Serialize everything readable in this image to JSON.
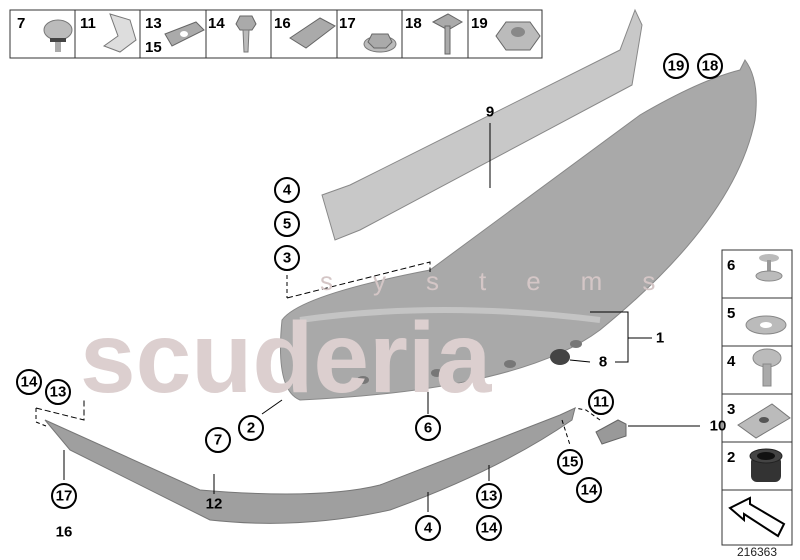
{
  "diagram_id": "216363",
  "watermark": {
    "main": "scuderia",
    "sub": "systems"
  },
  "top_strip": [
    {
      "label": "7",
      "icon": "push-rivet-icon"
    },
    {
      "label": "11",
      "icon": "clip-bracket-icon"
    },
    {
      "label": "13",
      "label2": "15",
      "icon": "speed-nut-icon"
    },
    {
      "label": "14",
      "icon": "hex-screw-icon"
    },
    {
      "label": "16",
      "icon": "slide-clip-icon"
    },
    {
      "label": "17",
      "icon": "flange-nut-icon"
    },
    {
      "label": "18",
      "icon": "stud-icon"
    },
    {
      "label": "19",
      "icon": "hex-nut-icon"
    }
  ],
  "side_strip": [
    {
      "label": "6",
      "icon": "expansion-rivet-icon"
    },
    {
      "label": "5",
      "icon": "washer-icon"
    },
    {
      "label": "4",
      "icon": "bolt-icon"
    },
    {
      "label": "3",
      "icon": "u-nut-icon"
    },
    {
      "label": "2",
      "icon": "grommet-icon"
    },
    {
      "label": "",
      "icon": "direction-arrow-icon"
    }
  ],
  "callouts": {
    "c19": "19",
    "c18": "18",
    "c9": "9",
    "c4a": "4",
    "c5": "5",
    "c3": "3",
    "c1": "1",
    "c8": "8",
    "c6": "6",
    "c2": "2",
    "c7": "7",
    "c11": "11",
    "c10": "10",
    "c15": "15",
    "c14a": "14",
    "c13a": "13",
    "c14b": "14",
    "c4b": "4",
    "c12": "12",
    "c17": "17",
    "c16": "16",
    "c14c": "14",
    "c13b": "13"
  }
}
